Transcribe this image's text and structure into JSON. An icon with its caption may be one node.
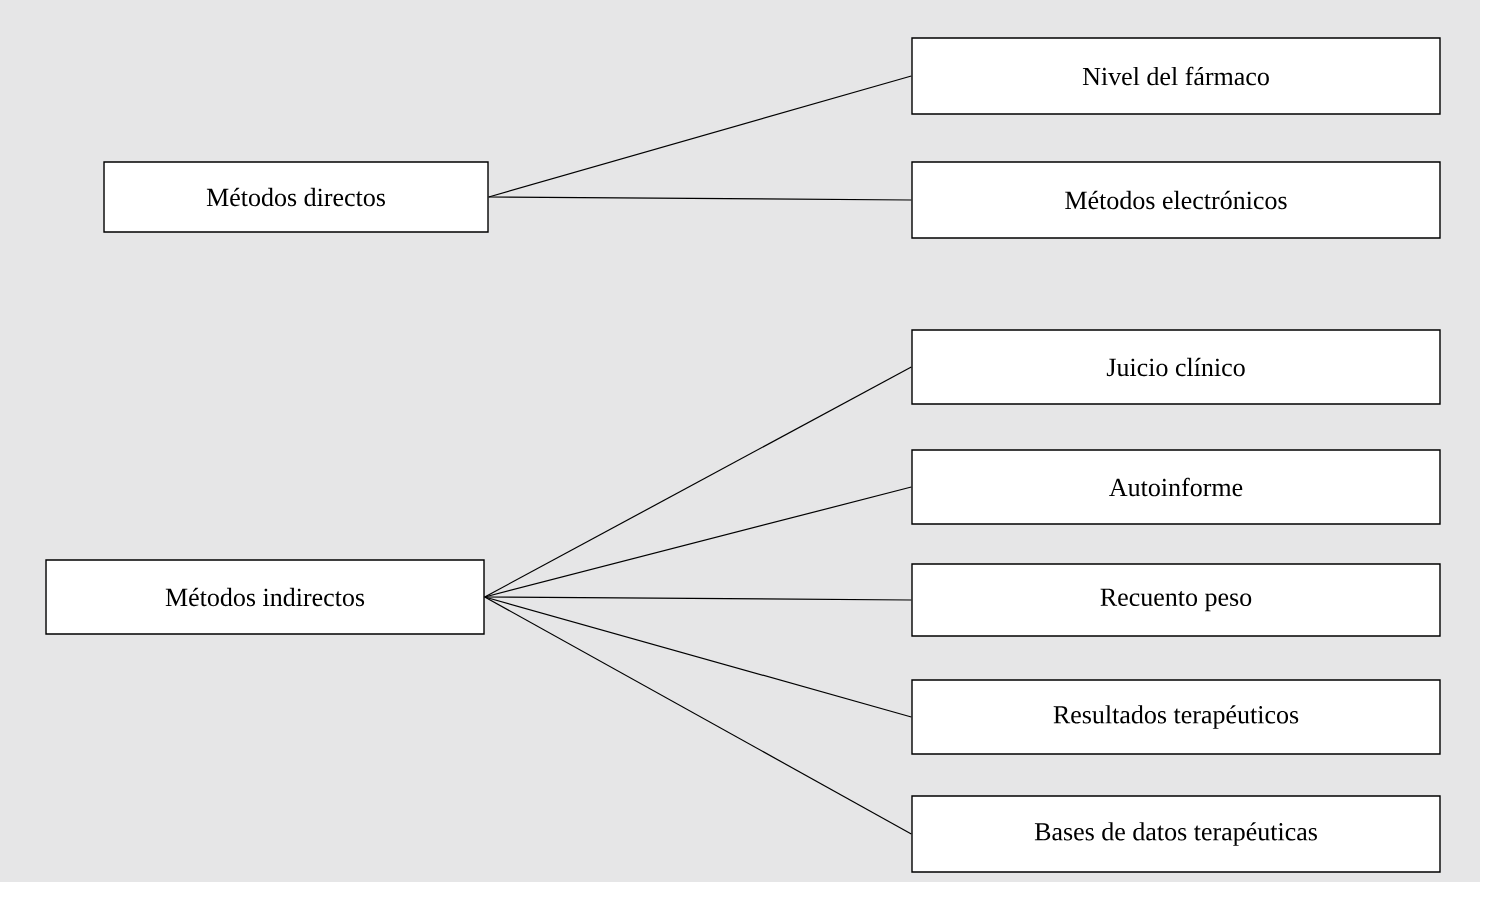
{
  "diagram": {
    "nodes": [
      {
        "text": [
          "Métodos directos"
        ]
      },
      {
        "text": [
          "Nivel del fármaco"
        ]
      },
      {
        "text": [
          "Métodos electrónicos"
        ]
      },
      {
        "text": [
          "Métodos indirectos"
        ]
      },
      {
        "text": [
          "Juicio clínico"
        ]
      },
      {
        "text": [
          "Autoinforme"
        ]
      },
      {
        "text": [
          "Recuento peso"
        ]
      },
      {
        "text": [
          "Resultados terapéuticos"
        ]
      },
      {
        "text": [
          "Bases de datos terapéuticas"
        ]
      }
    ],
    "edges": [
      {
        "from": 0,
        "to": 1,
        "arrow": "none"
      },
      {
        "from": 0,
        "to": 2,
        "arrow": "none"
      },
      {
        "from": 3,
        "to": 4,
        "arrow": "none"
      },
      {
        "from": 3,
        "to": 5,
        "arrow": "none"
      },
      {
        "from": 3,
        "to": 6,
        "arrow": "none"
      },
      {
        "from": 3,
        "to": 7,
        "arrow": "none"
      },
      {
        "from": 3,
        "to": 8,
        "arrow": "none"
      }
    ]
  }
}
